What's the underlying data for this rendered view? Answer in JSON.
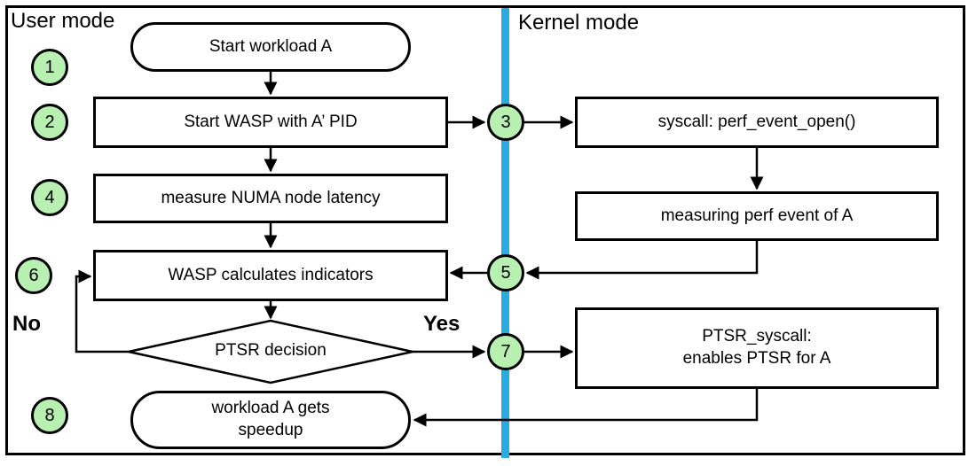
{
  "modes": {
    "user": "User mode",
    "kernel": "Kernel mode"
  },
  "steps": {
    "s1": "1",
    "s2": "2",
    "s3": "3",
    "s4": "4",
    "s5": "5",
    "s6": "6",
    "s7": "7",
    "s8": "8"
  },
  "nodes": {
    "start": "Start workload A",
    "start_wasp": "Start WASP with A’ PID",
    "syscall": "syscall: perf_event_open()",
    "numa": "measure NUMA node latency",
    "perf_event": "measuring perf event of A",
    "wasp_calc": "WASP calculates indicators",
    "decision": "PTSR decision",
    "ptsr_syscall": "PTSR_syscall:\nenables PTSR for A",
    "speedup": "workload A gets\nspeedup"
  },
  "labels": {
    "no": "No",
    "yes": "Yes"
  },
  "colors": {
    "divider": "#29abe2",
    "step_fill": "#b7f0b1"
  }
}
